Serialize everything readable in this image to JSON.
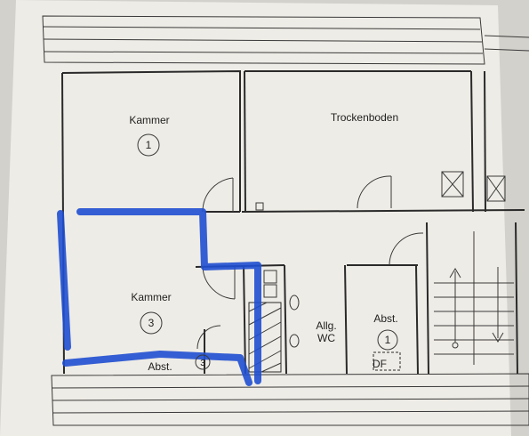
{
  "rooms": {
    "kammer1": {
      "name": "Kammer",
      "number": "1"
    },
    "trockenboden": {
      "name": "Trockenboden"
    },
    "kammer3": {
      "name": "Kammer",
      "number": "3"
    },
    "wc": {
      "line1": "Allg.",
      "line2": "WC"
    },
    "abst1": {
      "name": "Abst.",
      "number": "1",
      "tag": "DF"
    },
    "abst3": {
      "name": "Abst.",
      "number": "3"
    }
  },
  "colors": {
    "paper": "#eeece6",
    "ink": "#2a2a2a",
    "highlight": "#1f4fd0"
  }
}
